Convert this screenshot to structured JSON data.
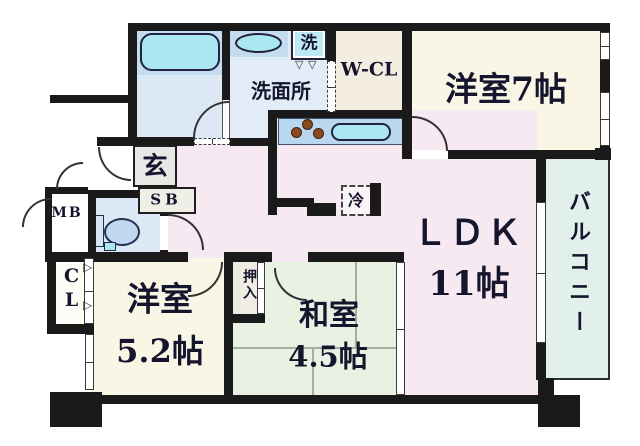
{
  "plan_title": "apartment-floorplan",
  "rooms": {
    "western7": {
      "label": "洋室7帖"
    },
    "ldk": {
      "label": "ＬＤＫ",
      "size": "11帖"
    },
    "western52": {
      "label": "洋室",
      "size": "5.2帖"
    },
    "japanese45": {
      "label": "和室",
      "size": "4.5帖"
    },
    "balcony": {
      "label": "バルコニー"
    },
    "walk_in_closet": {
      "label": "W-CL"
    },
    "washroom": {
      "label": "洗面所"
    },
    "entrance": {
      "label": "玄"
    },
    "shoe_box": {
      "label": "SB"
    },
    "meter_box": {
      "label": "MB"
    },
    "closet": {
      "label": "CL"
    },
    "oshiire": {
      "label": "押入"
    },
    "washing_machine": {
      "label": "洗"
    },
    "refrigerator": {
      "label": "冷"
    }
  },
  "icons": {
    "closet_fold_arrow": "▷",
    "washer_fold": "▽"
  },
  "colors": {
    "wall": "#1a1a1a",
    "ldk_floor": "#f6e9f1",
    "western_floor": "#faf6e5",
    "tatami_floor": "#e8f1e2",
    "balcony_floor": "#e1f0eb",
    "wet_area_floor": "#dce9f5",
    "fixture_cyan": "#a9e7f2",
    "counter_blue": "#b9d8ef",
    "burner_brown": "#8a4a20"
  }
}
